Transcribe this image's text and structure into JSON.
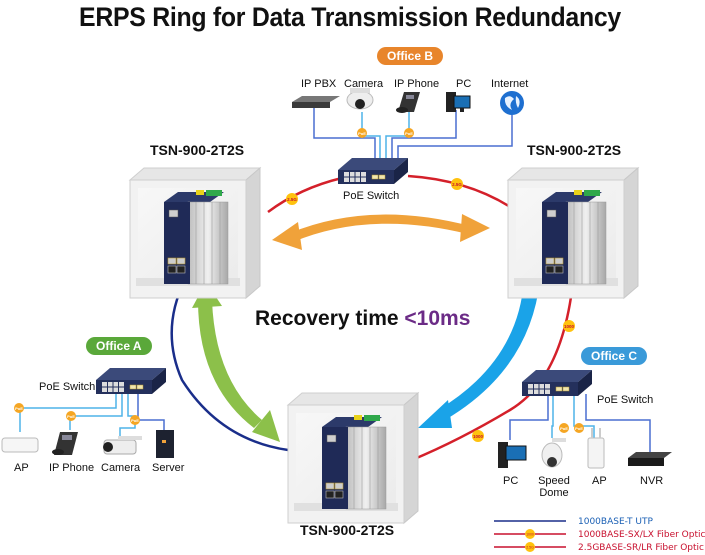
{
  "title": "ERPS Ring for Data Transmission Redundancy",
  "recovery": {
    "label": "Recovery time",
    "value": "<10ms"
  },
  "ring_nodes": [
    {
      "id": "left",
      "model": "TSN-900-2T2S"
    },
    {
      "id": "right",
      "model": "TSN-900-2T2S"
    },
    {
      "id": "bottom",
      "model": "TSN-900-2T2S"
    }
  ],
  "offices": {
    "a": {
      "label": "Office A",
      "color": "#5aa83a",
      "switch_label": "PoE Switch",
      "devices": [
        "AP",
        "IP Phone",
        "Camera",
        "Server"
      ]
    },
    "b": {
      "label": "Office B",
      "color": "#e8852b",
      "switch_label": "PoE Switch",
      "devices": [
        "IP PBX",
        "Camera",
        "IP Phone",
        "PC",
        "Internet"
      ]
    },
    "c": {
      "label": "Office C",
      "color": "#3a9ad9",
      "switch_label": "PoE Switch",
      "devices": [
        "PC",
        "Speed Dome",
        "AP",
        "NVR"
      ]
    }
  },
  "link_badges": {
    "poe": "PoE",
    "gbe": "1000",
    "g25": "2.5G"
  },
  "legend": [
    {
      "label": "1000BASE-T UTP",
      "line_color": "#1a2e8a",
      "text_color": "#1a5fb4",
      "badge": ""
    },
    {
      "label": "1000BASE-SX/LX Fiber Optic",
      "line_color": "#c8102e",
      "text_color": "#c8102e",
      "badge": "1000"
    },
    {
      "label": "2.5GBASE-SR/LR Fiber Optic",
      "line_color": "#c8102e",
      "text_color": "#c8102e",
      "badge": "2.5G"
    }
  ],
  "colors": {
    "fiber": "#d4202a",
    "utp": "#1a2e8a",
    "poe_line": "#4fb3e8",
    "arrow_orange": "#f0a23a",
    "arrow_green": "#8cc04a",
    "arrow_blue": "#1aa3e8",
    "badge": "#ffc20e",
    "poe_badge": "#f5a623",
    "recovery_accent": "#6b2b86"
  }
}
